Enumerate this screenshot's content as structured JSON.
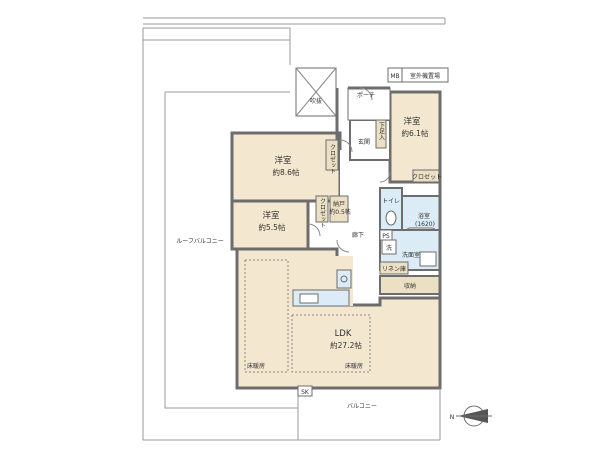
{
  "labels": {
    "western1_name": "洋室",
    "western1_size": "約6.1帖",
    "western2_name": "洋室",
    "western2_size": "約8.6帖",
    "western3_name": "洋室",
    "western3_size": "約5.5帖",
    "ldk_name": "LDK",
    "ldk_size": "約27.2帖",
    "floor_heat_left": "床暖房",
    "floor_heat_right": "床暖房",
    "entrance": "玄関",
    "porch": "ポーチ",
    "fukinuke": "吹抜",
    "mb": "MB",
    "outdoor_unit": "室外機置場",
    "shoe_box": "下足入",
    "closet_a": "クロゼット",
    "closet_b": "クロゼット",
    "closet_c": "クロゼット",
    "storage_door": "納戸",
    "storage_door_size": "約0.5帖",
    "toilet": "トイレ",
    "bath": "浴室",
    "bath_size": "(1620)",
    "washer": "洗",
    "ps": "PS",
    "washroom": "洗面室",
    "linen": "リネン庫",
    "storage": "収納",
    "hallway": "廊下",
    "roof_balcony": "ルーフバルコニー",
    "balcony": "バルコニー",
    "sk": "SK",
    "north": "N"
  },
  "colors": {
    "room_fill": "#f3e7cf",
    "wall": "#6d6d6d",
    "wet_area": "#dcecf6",
    "closet_fill": "#ece0c4",
    "line": "#8a8a8a"
  }
}
